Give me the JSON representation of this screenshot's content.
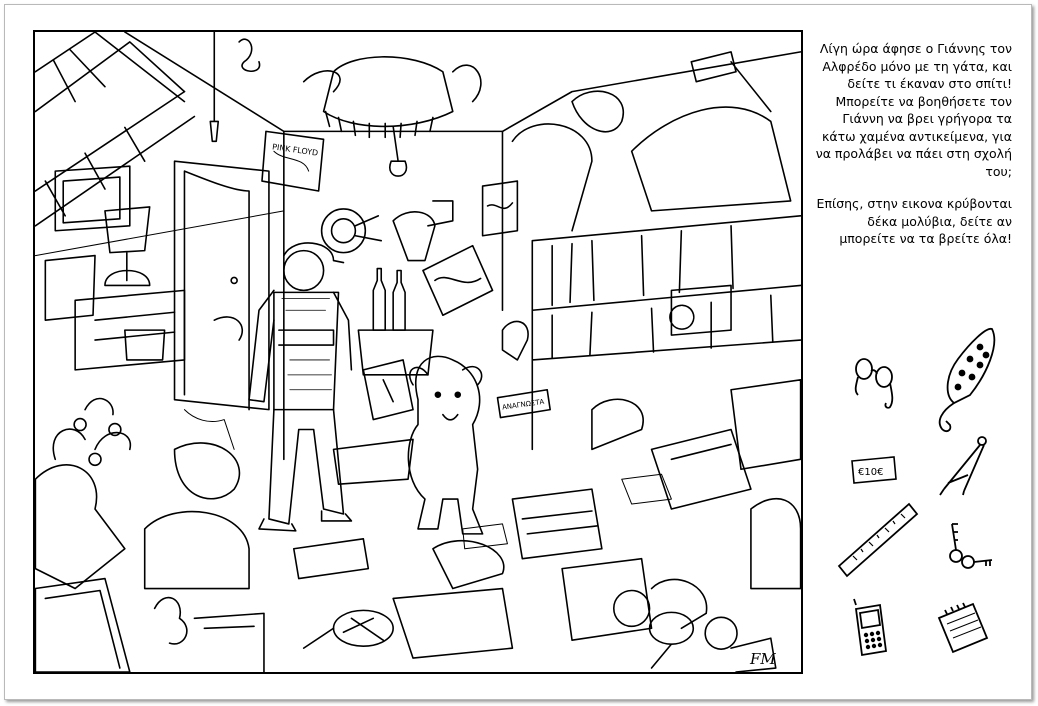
{
  "instructions": {
    "paragraph1": "Λίγη ώρα άφησε ο Γιάννης τον Αλφρέδο μόνο με τη γάτα, και δείτε τι έκαναν στο σπίτι! Μπορείτε να βοηθήσετε τον Γιάννη να βρει γρήγορα τα κάτω χαμένα αντικείμενα, για να προλάβει να πάει στη σχολή του;",
    "paragraph2": "Επίσης, στην εικονα κρύβονται δέκα μολύβια, δείτε αν μπορείτε να τα βρείτε όλα!"
  },
  "scene": {
    "poster_text": "PINK FLOYD",
    "box_label": "ΑΝΑΓΝΩΣΤΑ",
    "signature": "FM"
  },
  "hidden_objects": [
    {
      "name": "glasses",
      "icon": "glasses-icon"
    },
    {
      "name": "oven mitt",
      "icon": "oven-mitt-icon"
    },
    {
      "name": "banknote",
      "icon": "banknote-icon",
      "label": "€10€"
    },
    {
      "name": "compass",
      "icon": "compass-icon"
    },
    {
      "name": "ruler",
      "icon": "ruler-icon"
    },
    {
      "name": "keys",
      "icon": "keys-icon"
    },
    {
      "name": "mobile phone",
      "icon": "mobile-phone-icon"
    },
    {
      "name": "notepad",
      "icon": "notepad-icon"
    }
  ]
}
